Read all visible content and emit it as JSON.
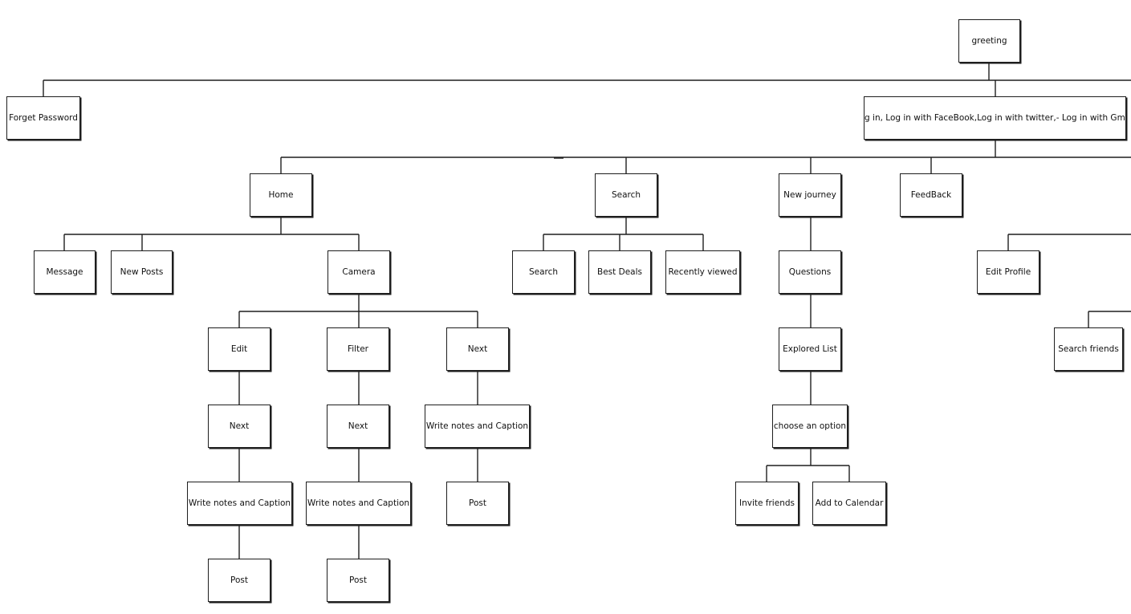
{
  "diagram": {
    "nodes": {
      "greeting": "greeting",
      "forget_password": "Forget Password",
      "login": "Log in, Log in with FaceBook,Log in with twitter,- Log in with Gmail",
      "home": "Home",
      "search": "Search",
      "new_journey": "New journey",
      "feedback": "FeedBack",
      "message": "Message",
      "new_posts": "New Posts",
      "camera": "Camera",
      "search_sub": "Search",
      "best_deals": "Best Deals",
      "recently_viewed": "Recently viewed",
      "questions": "Questions",
      "edit_profile": "Edit Profile",
      "edit": "Edit",
      "filter": "Filter",
      "next_camera": "Next",
      "explored_list": "Explored List",
      "search_friends": "Search friends",
      "next_edit": "Next",
      "next_filter": "Next",
      "write_notes_next": "Write notes and Caption",
      "choose_option": "choose an option",
      "write_notes_edit": "Write notes and Caption",
      "write_notes_filter": "Write notes and Caption",
      "post_next": "Post",
      "invite_friends": "Invite friends",
      "add_to_calendar": "Add to Calendar",
      "post_edit": "Post",
      "post_filter": "Post"
    }
  }
}
